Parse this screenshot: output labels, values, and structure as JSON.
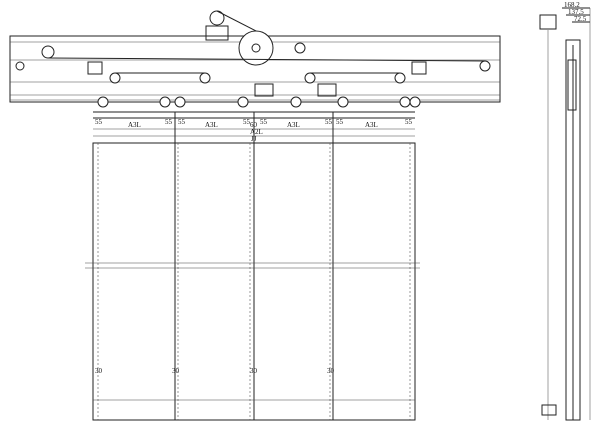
{
  "drawing": {
    "dimensions": {
      "gap_55": "55",
      "panel_label": "A3L",
      "center_gap": "60",
      "pair_width": "A2L",
      "overall_width": "JJ",
      "bottom_30": "30"
    },
    "side_view": {
      "dim_1": "168.2",
      "dim_2": "137.5",
      "dim_3": "72.5"
    }
  }
}
